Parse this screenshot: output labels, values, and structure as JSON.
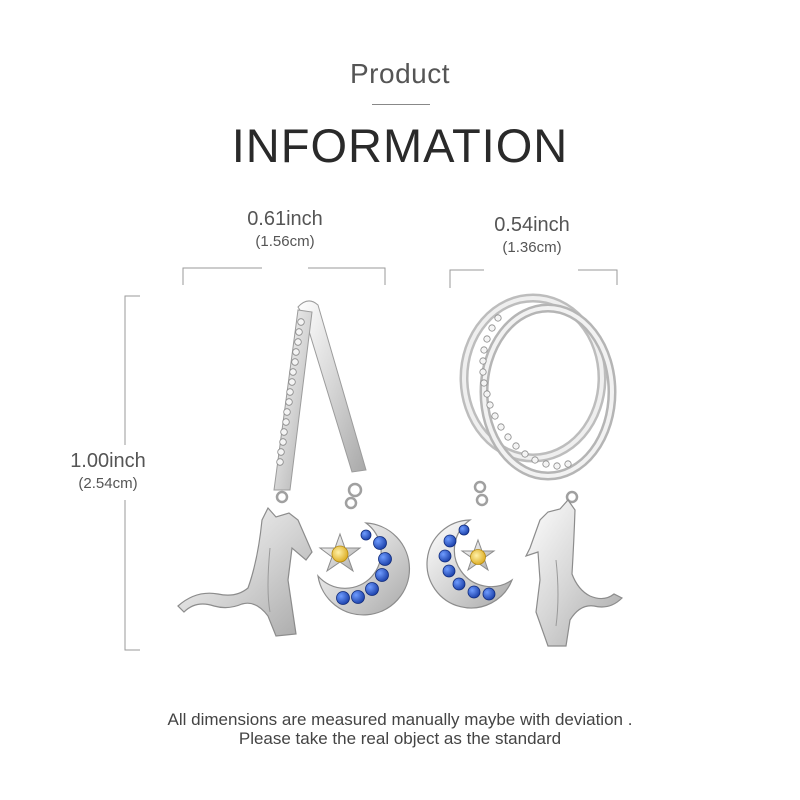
{
  "header": {
    "title_small": "Product",
    "title_big": "INFORMATION"
  },
  "dimensions": {
    "left_width": {
      "inch": "0.61inch",
      "cm": "(1.56cm)"
    },
    "right_width": {
      "inch": "0.54inch",
      "cm": "(1.36cm)"
    },
    "height": {
      "inch": "1.00inch",
      "cm": "(2.54cm)"
    }
  },
  "footer": {
    "line1": "All dimensions are measured manually maybe with deviation .",
    "line2": "Please take the real object as the standard"
  },
  "colors": {
    "silver": "#d9d9d9",
    "blue_stone": "#1d4fc4",
    "yellow_stone": "#f2c94c",
    "guide_line": "#9a9a9a"
  }
}
